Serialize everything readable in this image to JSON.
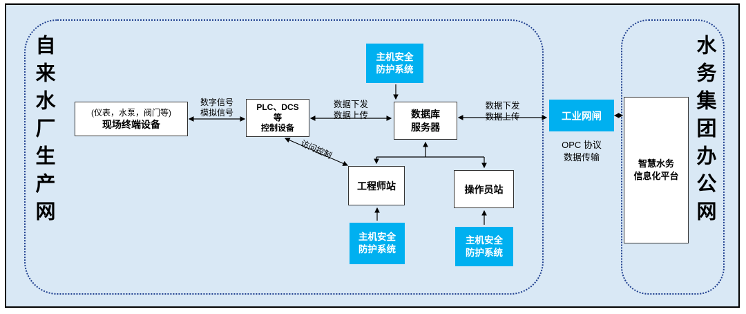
{
  "zones": {
    "production": {
      "title": "自来水厂生产网"
    },
    "office": {
      "title": "水务集团办公网"
    }
  },
  "nodes": {
    "field_devices": {
      "line1": "(仪表，水泵，阀门等)",
      "line2": "现场终端设备"
    },
    "control_devices": {
      "line1": "PLC、DCS",
      "line2": "等",
      "line3": "控制设备"
    },
    "database_server": {
      "line1": "数据库",
      "line2": "服务器"
    },
    "engineer_station": {
      "label": "工程师站"
    },
    "operator_station": {
      "label": "操作员站"
    },
    "industrial_gateway": {
      "label": "工业网闸"
    },
    "smart_water_platform": {
      "line1": "智慧水务",
      "line2": "信息化平台"
    },
    "host_security": {
      "line1": "主机安全",
      "line2": "防护系统"
    }
  },
  "edges": {
    "signals": {
      "line1": "数字信号",
      "line2": "模拟信号"
    },
    "data_exchange_left": {
      "line1": "数据下发",
      "line2": "数据上传"
    },
    "data_exchange_right": {
      "line1": "数据下发",
      "line2": "数据上传"
    },
    "access_control": {
      "label": "访问控制"
    },
    "opc": {
      "line1": "OPC 协议",
      "line2": "数据传输"
    }
  },
  "colors": {
    "background": "#d9e8f5",
    "node_fill": "#ffffff",
    "security_cyan": "#00b0f0",
    "zone_border": "#1f3f8f",
    "arrow": "#000000"
  }
}
